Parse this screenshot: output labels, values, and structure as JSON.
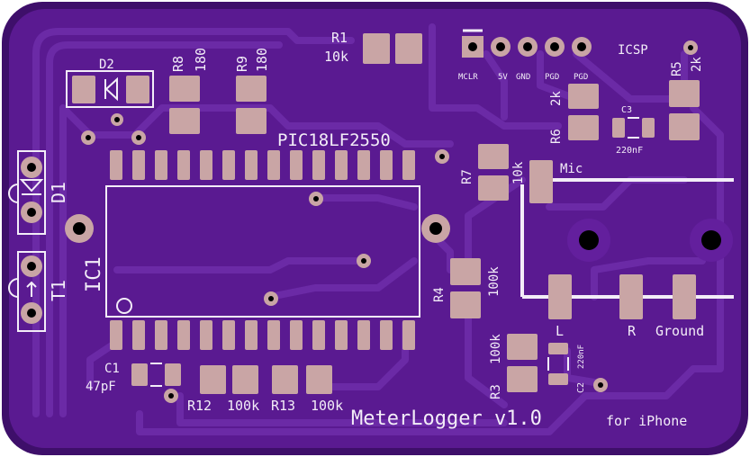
{
  "board": {
    "title": "MeterLogger v1.0",
    "subtitle": "for iPhone",
    "colors": {
      "board": "#5a1a91",
      "board_edge": "#3e0f6a",
      "trace": "#6b2aa6",
      "pad": "#c9a5a5",
      "silk": "#f3edf8",
      "hole": "#000000"
    }
  },
  "components": {
    "ic1": {
      "ref": "IC1",
      "part": "PIC18LF2550"
    },
    "d1": {
      "ref": "D1"
    },
    "d2": {
      "ref": "D2"
    },
    "t1": {
      "ref": "T1"
    },
    "r1": {
      "ref": "R1",
      "value": "10k"
    },
    "r3": {
      "ref": "R3",
      "value": "100k"
    },
    "r4": {
      "ref": "R4",
      "value": "100k"
    },
    "r5": {
      "ref": "R5",
      "value": "2k"
    },
    "r6": {
      "ref": "R6",
      "value": "2k"
    },
    "r7": {
      "ref": "R7",
      "value": "10k"
    },
    "r8": {
      "ref": "R8",
      "value": "180"
    },
    "r9": {
      "ref": "R9",
      "value": "180"
    },
    "r12": {
      "ref": "R12",
      "value": "100k"
    },
    "r13": {
      "ref": "R13",
      "value": "100k"
    },
    "c1": {
      "ref": "C1",
      "value": "47pF"
    },
    "c2": {
      "ref": "C2",
      "value": "220nF"
    },
    "c3": {
      "ref": "C3",
      "value": "220nF"
    }
  },
  "icsp": {
    "label": "ICSP",
    "pins": [
      "MCLR",
      "5V",
      "GND",
      "PGD",
      "PGD"
    ]
  },
  "jack": {
    "mic": "Mic",
    "left": "L",
    "right": "R",
    "ground": "Ground"
  }
}
